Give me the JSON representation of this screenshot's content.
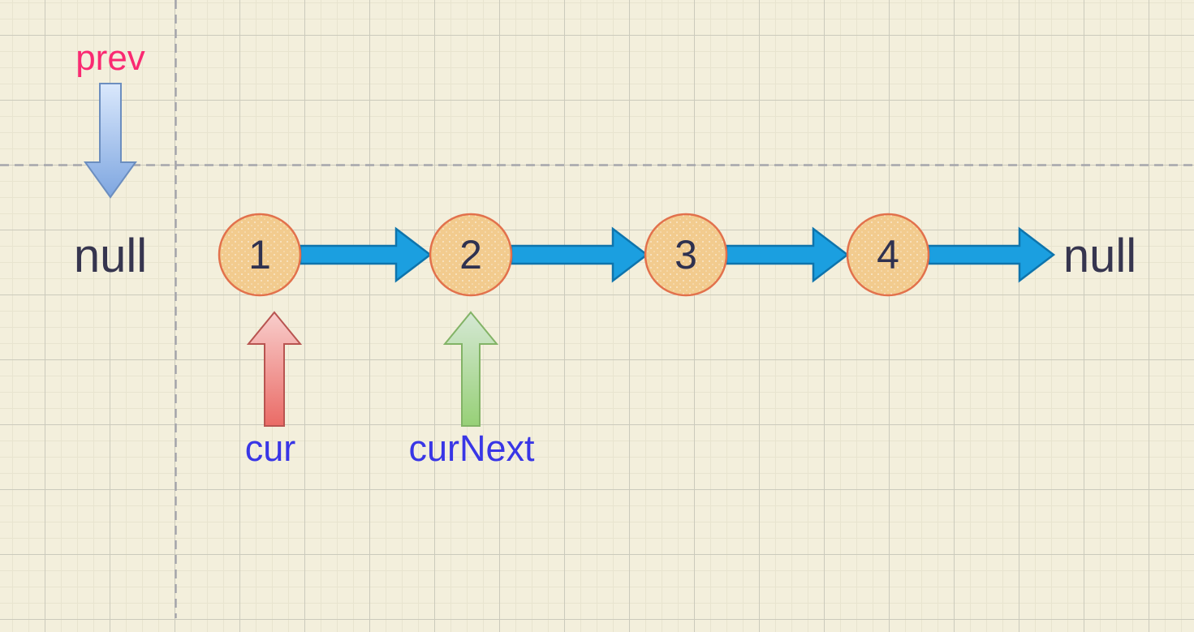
{
  "diagram": {
    "title": "linked-list reversal step diagram",
    "pointers": {
      "prev": "prev",
      "cur": "cur",
      "curNext": "curNext"
    },
    "null_left": "null",
    "null_right": "null",
    "nodes": [
      {
        "value": "1"
      },
      {
        "value": "2"
      },
      {
        "value": "3"
      },
      {
        "value": "4"
      }
    ]
  },
  "colors": {
    "canvas_bg": "#F3EFDC",
    "grid_major": "#CBCABC",
    "grid_minor": "#E8E4CF",
    "guide_dash": "#A6A6AC",
    "link_arrow_fill": "#1B9FE0",
    "link_arrow_stroke": "#0E74AC",
    "node_fill": "#F2CB8E",
    "node_stroke": "#E2714C",
    "node_text": "#2F3150",
    "null_text": "#36354F",
    "prev_text": "#FA2A72",
    "pointer_text": "#3936E6",
    "prev_arrow_light": "#DAE8FC",
    "prev_arrow_dark": "#7EA6E0",
    "prev_arrow_stroke": "#6C8EBF",
    "cur_arrow_light": "#F8CECC",
    "cur_arrow_dark": "#EA6B66",
    "cur_arrow_stroke": "#B85450",
    "curnext_arrow_light": "#D5E8D4",
    "curnext_arrow_dark": "#97D077",
    "curnext_arrow_stroke": "#82B366"
  }
}
